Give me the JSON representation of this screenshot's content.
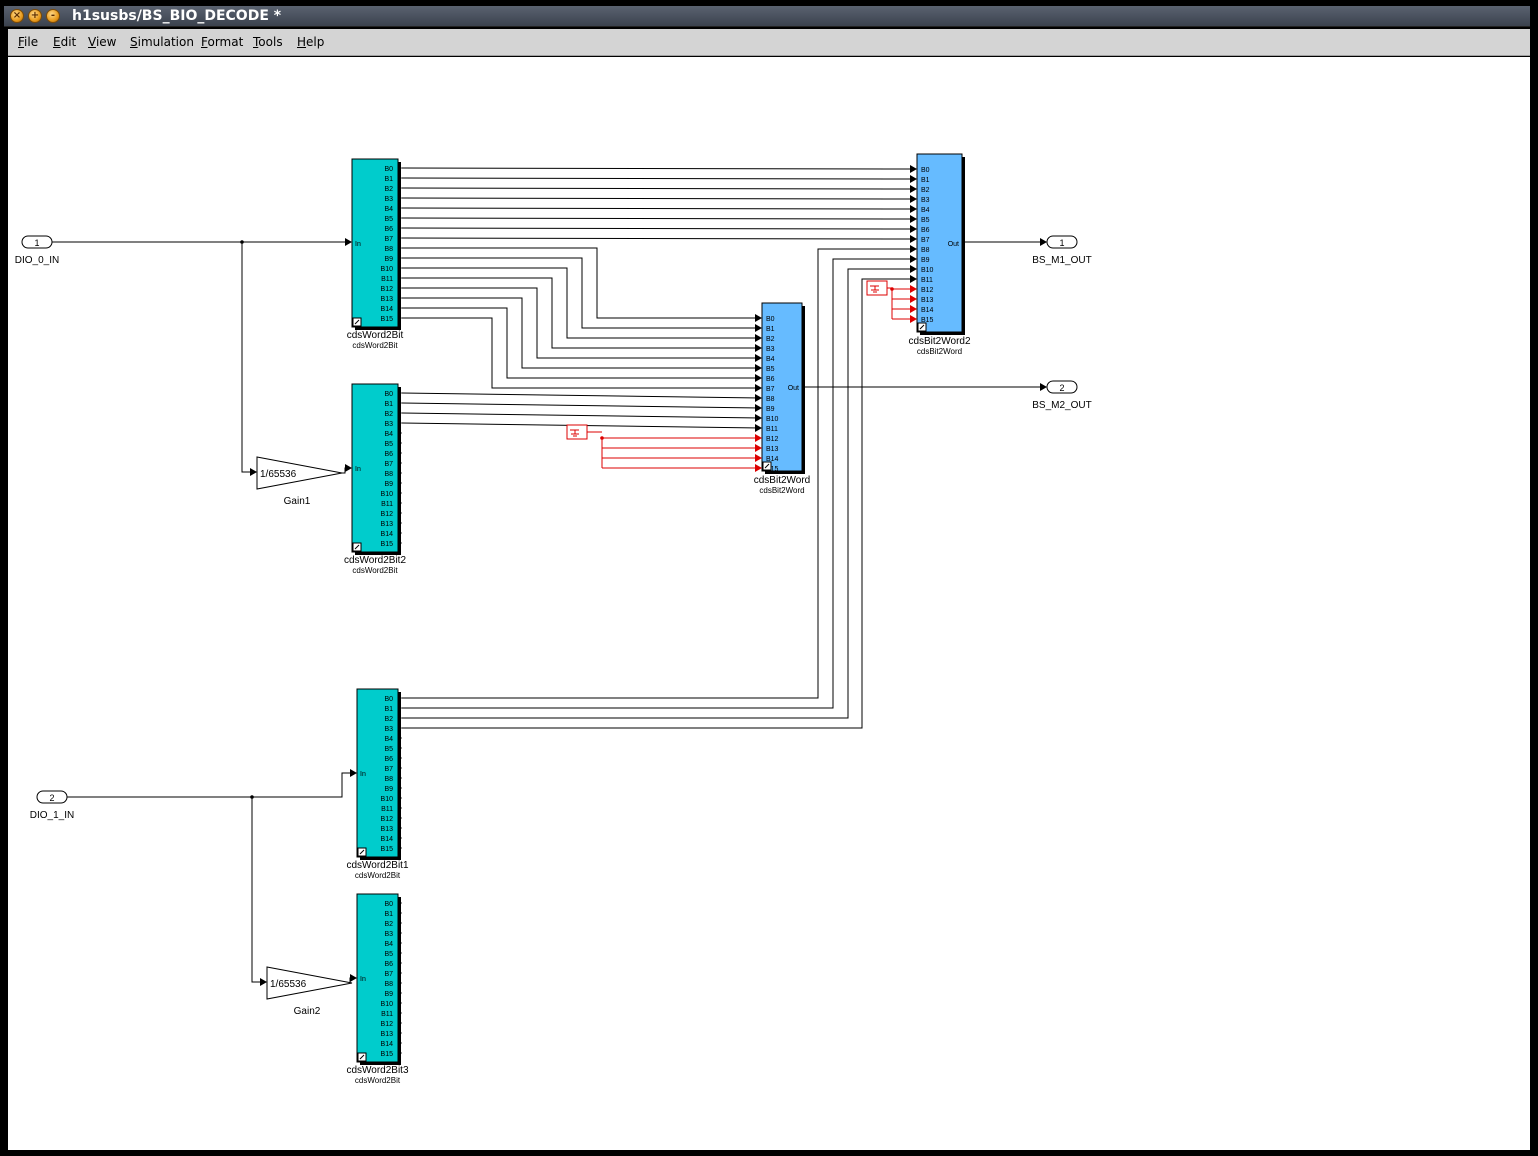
{
  "window": {
    "title": "h1susbs/BS_BIO_DECODE *"
  },
  "menu": {
    "items": [
      "File",
      "Edit",
      "View",
      "Simulation",
      "Format",
      "Tools",
      "Help"
    ]
  },
  "bits": [
    "B0",
    "B1",
    "B2",
    "B3",
    "B4",
    "B5",
    "B6",
    "B7",
    "B8",
    "B9",
    "B10",
    "B11",
    "B12",
    "B13",
    "B14",
    "B15"
  ],
  "ports": {
    "in_label": "In",
    "out_label": "Out",
    "inports": [
      {
        "number": "1",
        "name": "DIO_0_IN"
      },
      {
        "number": "2",
        "name": "DIO_1_IN"
      }
    ],
    "outports": [
      {
        "number": "1",
        "name": "BS_M1_OUT"
      },
      {
        "number": "2",
        "name": "BS_M2_OUT"
      }
    ]
  },
  "blocks": {
    "word2bit": [
      {
        "name": "cdsWord2Bit",
        "library": "cdsWord2Bit"
      },
      {
        "name": "cdsWord2Bit2",
        "library": "cdsWord2Bit"
      },
      {
        "name": "cdsWord2Bit1",
        "library": "cdsWord2Bit"
      },
      {
        "name": "cdsWord2Bit3",
        "library": "cdsWord2Bit"
      }
    ],
    "bit2word": [
      {
        "name": "cdsBit2Word",
        "library": "cdsBit2Word"
      },
      {
        "name": "cdsBit2Word2",
        "library": "cdsBit2Word"
      }
    ],
    "gains": [
      {
        "name": "Gain1",
        "value": "1/65536"
      },
      {
        "name": "Gain2",
        "value": "1/65536"
      }
    ]
  },
  "colors": {
    "word2bit_fill": "#00cccc",
    "bit2word_fill": "#66bbff",
    "signal": "#000000",
    "ground_signal": "#dd0000"
  }
}
